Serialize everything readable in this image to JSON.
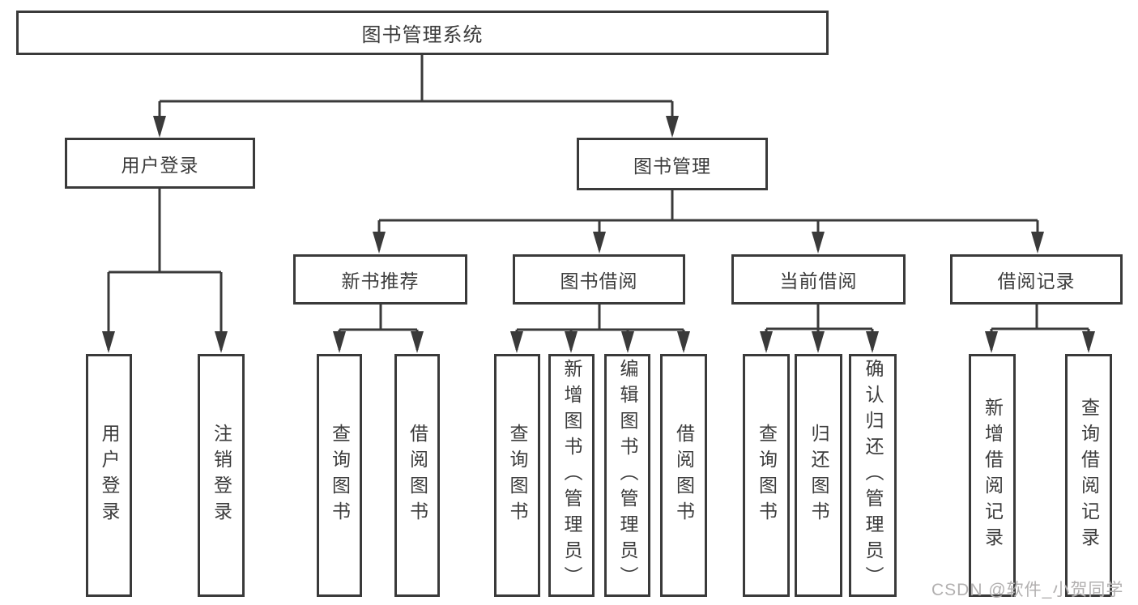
{
  "colors": {
    "line": "#3a3a3a",
    "text": "#3c3c3c",
    "watermark": "#b2b0b0"
  },
  "watermark": "CSDN @软件_小贺同学",
  "diagram": {
    "root": {
      "label": "图书管理系统",
      "children": [
        {
          "label": "用户登录",
          "children": [
            {
              "label": "用户登录"
            },
            {
              "label": "注销登录"
            }
          ]
        },
        {
          "label": "图书管理",
          "children": [
            {
              "label": "新书推荐",
              "children": [
                {
                  "label": "查询图书"
                },
                {
                  "label": "借阅图书"
                }
              ]
            },
            {
              "label": "图书借阅",
              "children": [
                {
                  "label": "查询图书"
                },
                {
                  "label": "新增图书（管理员）"
                },
                {
                  "label": "编辑图书（管理员）"
                },
                {
                  "label": "借阅图书"
                }
              ]
            },
            {
              "label": "当前借阅",
              "children": [
                {
                  "label": "查询图书"
                },
                {
                  "label": "归还图书"
                },
                {
                  "label": "确认归还（管理员）"
                }
              ]
            },
            {
              "label": "借阅记录",
              "children": [
                {
                  "label": "新增借阅记录"
                },
                {
                  "label": "查询借阅记录"
                }
              ]
            }
          ]
        }
      ]
    }
  }
}
